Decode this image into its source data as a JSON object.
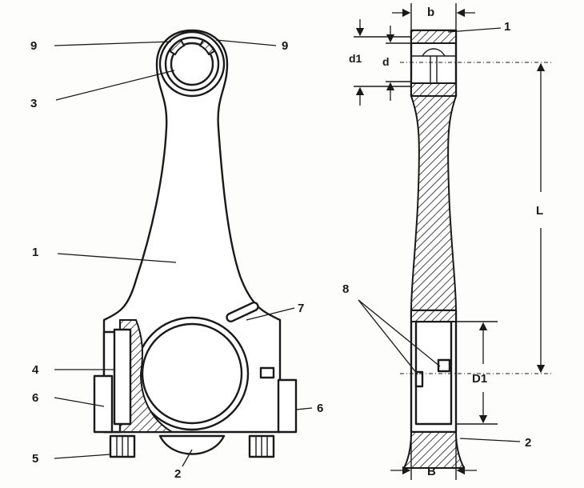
{
  "labels": {
    "front_small_end_bush": "9",
    "front_small_end_bush_right": "9",
    "front_bore": "3",
    "front_rod": "1",
    "front_oil_slot": "7",
    "front_dowel": "4",
    "front_bolt_left": "6",
    "front_bolt_right": "6",
    "front_nut": "5",
    "front_cap": "2",
    "side_bush": "1",
    "side_cap": "2",
    "side_tangs": "8"
  },
  "dimensions": {
    "b": "b",
    "d1": "d1",
    "d": "d",
    "L": "L",
    "D1": "D1",
    "B": "B"
  },
  "colors": {
    "line": "#1a1a1a",
    "paper": "#fdfdfb"
  }
}
